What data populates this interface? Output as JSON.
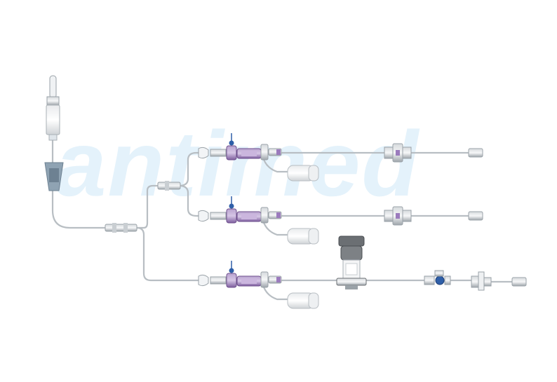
{
  "watermark": {
    "text": "antimed",
    "color": "#e4f2fb"
  },
  "colors": {
    "background": "#ffffff",
    "tube": "#c9ced2",
    "tube_outline": "#a9b0b6",
    "clamp_purple": "#8a6aa8",
    "clamp_purple_light": "#b9a3cf",
    "valve_blue": "#2f5fa8",
    "transducer_white": "#f2f2f2",
    "transducer_red": "#d9534f",
    "flush_device_dark": "#6b6f73",
    "drip_chamber": "#dfe5ea",
    "roller_clamp": "#8fa3b3"
  },
  "components": [
    {
      "name": "spike-drip-chamber",
      "icon": "iv-spike-icon"
    },
    {
      "name": "roller-clamp",
      "icon": "roller-clamp-icon"
    },
    {
      "name": "y-connector",
      "icon": "y-connector-icon"
    },
    {
      "name": "pressure-transducer",
      "icon": "transducer-icon"
    },
    {
      "name": "stopcock",
      "icon": "stopcock-icon"
    },
    {
      "name": "flush-device",
      "icon": "flush-device-icon"
    },
    {
      "name": "transducer-cable-connector",
      "icon": "cable-connector-icon"
    },
    {
      "name": "luer-lock-end",
      "icon": "luer-lock-icon"
    }
  ]
}
